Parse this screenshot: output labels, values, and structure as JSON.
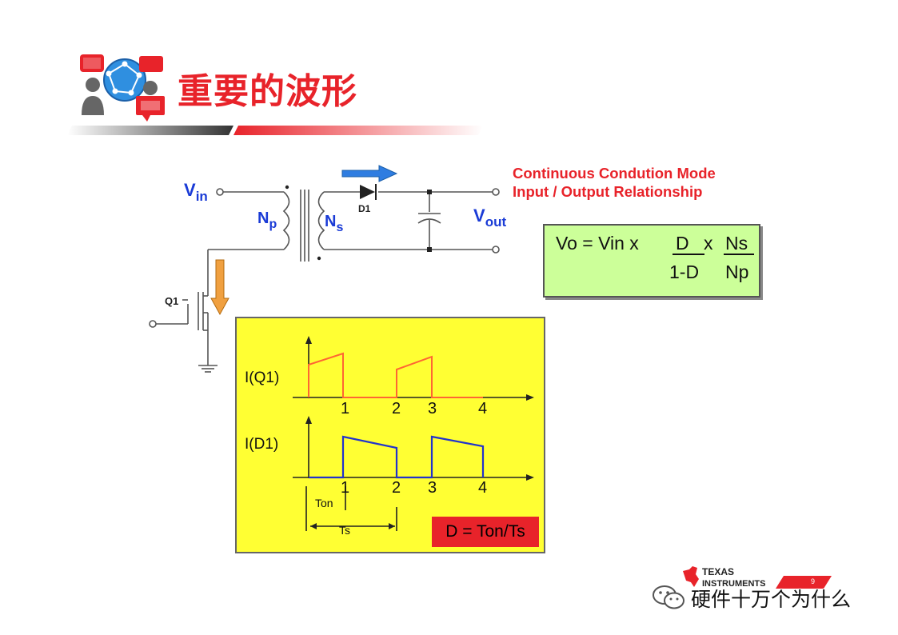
{
  "header": {
    "title": "重要的波形"
  },
  "circuit": {
    "vin_label": "V",
    "vin_sub": "in",
    "np_label": "N",
    "np_sub": "p",
    "ns_label": "N",
    "ns_sub": "s",
    "d1_label": "D1",
    "vout_label": "V",
    "vout_sub": "out",
    "q1_label": "Q1"
  },
  "ccm": {
    "line1": "Continuous Condution Mode",
    "line2": "Input / Output Relationship"
  },
  "formula": {
    "left": "Vo = Vin  x",
    "d": "D",
    "x2": "x",
    "ns": "Ns",
    "one_minus_d": "1-D",
    "np": "Np"
  },
  "waveforms": {
    "q1_label": "I(Q1)",
    "d1_label": "I(D1)",
    "ticks_top": [
      "1",
      "2",
      "3",
      "4"
    ],
    "ticks_bottom": [
      "1",
      "2",
      "3",
      "4"
    ],
    "ton_label": "Ton",
    "ts_label": "Ts",
    "duty_label": "D = Ton/Ts"
  },
  "footer": {
    "ti_line1": "TEXAS",
    "ti_line2": "INSTRUMENTS",
    "page_number": "9",
    "wechat_label": "硬件十万个为什么"
  },
  "colors": {
    "title_red": "#e8232a",
    "label_blue": "#1a3bd6",
    "formula_green": "#ccff99",
    "wave_yellow": "#ffff33",
    "q1_current": "#ff6633",
    "d1_current": "#2233cc",
    "arrow_blue": "#2f7de1",
    "arrow_orange": "#f0a040"
  }
}
